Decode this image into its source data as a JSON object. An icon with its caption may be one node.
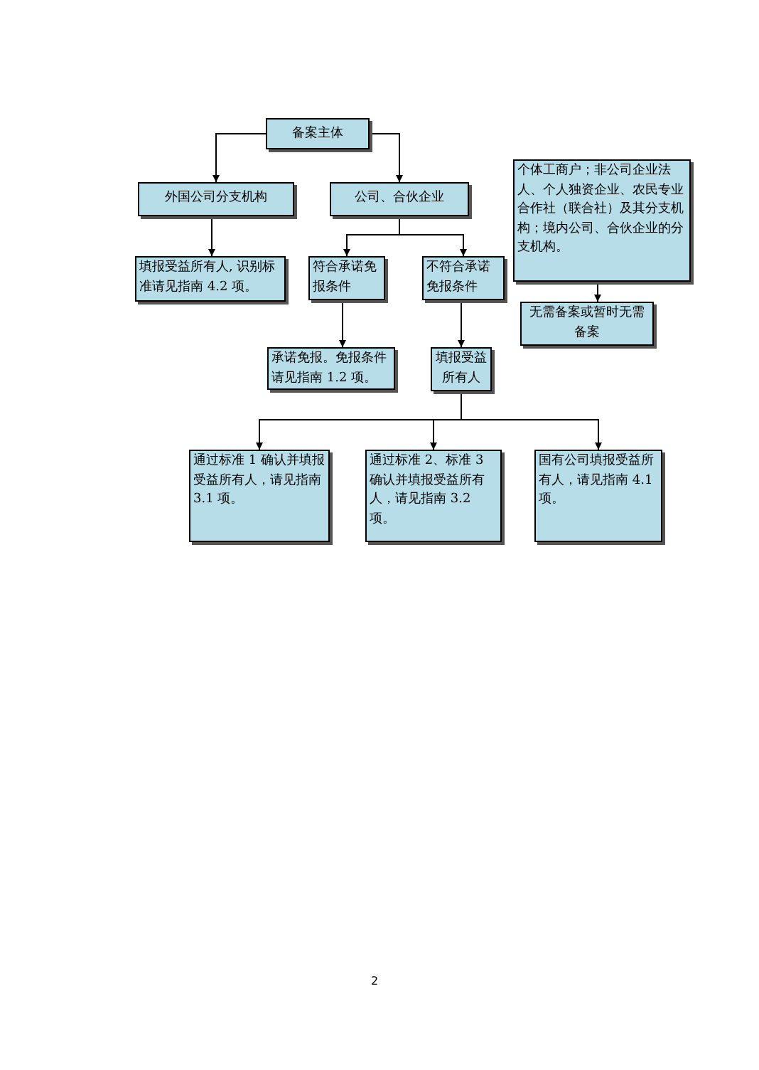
{
  "diagram": {
    "nodes": [
      {
        "text": [
          "备案主体"
        ]
      },
      {
        "text": [
          "外国公司分支机构"
        ]
      },
      {
        "text": [
          "公司、合伙企业"
        ]
      },
      {
        "text": [
          "填报受益所有人, 识别标准请见指南 4.2 项。"
        ]
      },
      {
        "text": [
          "符合承诺免报条件"
        ]
      },
      {
        "text": [
          "不符合承诺免报条件"
        ]
      },
      {
        "text": [
          "承诺免报。免报条件请见指南 1.2 项。"
        ]
      },
      {
        "text": [
          "填报受益所有人"
        ]
      },
      {
        "text": [
          "通过标准 1 确认并填报受益所有人，请见指南 3.1 项。"
        ]
      },
      {
        "text": [
          "通过标准 2、标准 3 确认并填报受益所有人，请见指南 3.2 项。"
        ]
      },
      {
        "text": [
          "国有公司填报受益所有人，请见指南 4.1 项。"
        ]
      },
      {
        "text": [
          "个体工商户；非公司企业法人、个人独资企业、农民专业合作社（联合社）及其分支机构；境内公司、合伙企业的分支机构。"
        ]
      },
      {
        "text": [
          "无需备案或暂时无需备案"
        ]
      }
    ],
    "edges": [
      {
        "from": 0,
        "to": 1,
        "arrow": "to"
      },
      {
        "from": 0,
        "to": 2,
        "arrow": "to"
      },
      {
        "from": 1,
        "to": 3,
        "arrow": "to"
      },
      {
        "from": 2,
        "to": 4,
        "arrow": "to"
      },
      {
        "from": 2,
        "to": 5,
        "arrow": "to"
      },
      {
        "from": 4,
        "to": 6,
        "arrow": "to"
      },
      {
        "from": 5,
        "to": 7,
        "arrow": "to"
      },
      {
        "from": 7,
        "to": 8,
        "arrow": "to"
      },
      {
        "from": 7,
        "to": 9,
        "arrow": "to"
      },
      {
        "from": 7,
        "to": 10,
        "arrow": "to"
      },
      {
        "from": 11,
        "to": 12,
        "arrow": "to"
      }
    ],
    "labels": [
      "2"
    ]
  }
}
